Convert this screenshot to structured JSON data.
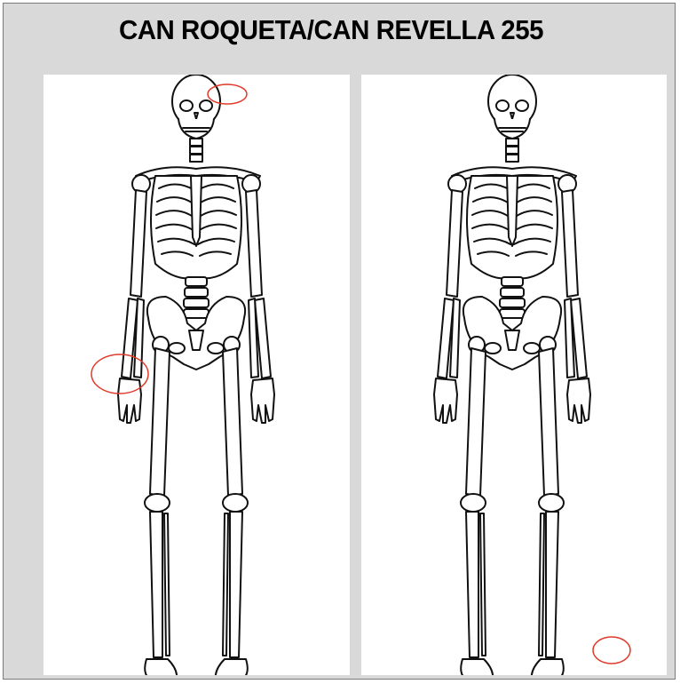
{
  "title": "CAN ROQUETA/CAN REVELLA 255",
  "colors": {
    "background": "#d9d9d9",
    "panel": "#ffffff",
    "bone_stroke": "#111111",
    "marker": "#e03a2a"
  },
  "views": [
    {
      "side": "left",
      "markers": [
        "skull",
        "right-wrist"
      ]
    },
    {
      "side": "right",
      "markers": [
        "foot"
      ]
    }
  ]
}
